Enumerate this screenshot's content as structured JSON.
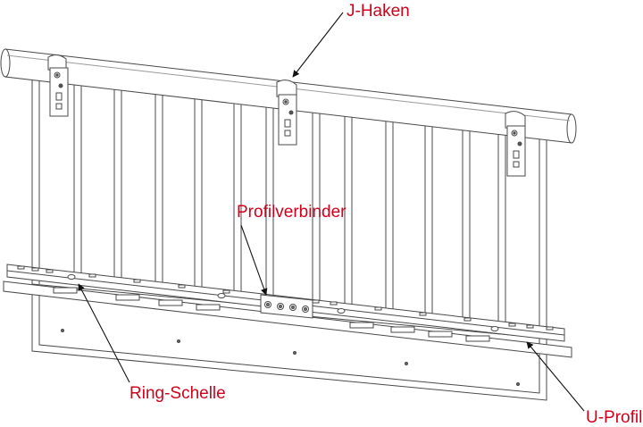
{
  "labels": {
    "j_haken": "J-Haken",
    "profilverbinder": "Profilverbinder",
    "ring_schelle": "Ring-Schelle",
    "u_profil": "U-Profil"
  },
  "colors": {
    "label": "#d0021b",
    "line": "#4a4a4a",
    "fill": "#ffffff"
  }
}
